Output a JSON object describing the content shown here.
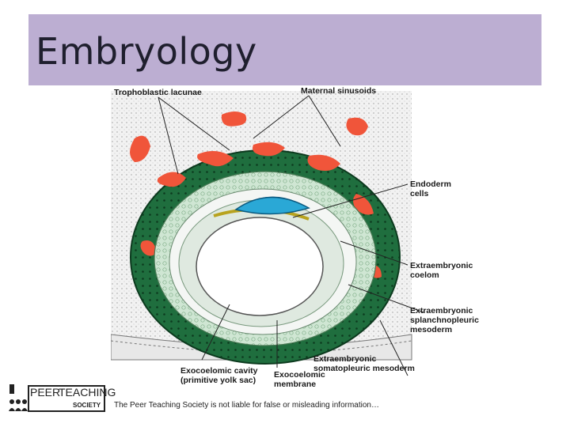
{
  "slide": {
    "title": "Embryology",
    "footer_note": "The Peer Teaching Society is not liable for false or misleading information…"
  },
  "diagram": {
    "labels": {
      "trophoblastic_lacunae": "Trophoblastic lacunae",
      "maternal_sinusoids": "Maternal sinusoids",
      "endoderm_cells": "Endoderm\ncells",
      "extraembryonic_coelom": "Extraembryonic\ncoelom",
      "splanchnopleuric_mesoderm": "Extraembryonic\nsplanchnopleuric\nmesoderm",
      "somatopleuric_mesoderm": "Extraembryonic\nsomatopleuric mesoderm",
      "exocoelomic_cavity": "Exocoelomic cavity\n(primitive yolk sac)",
      "exocoelomic_membrane": "Exocoelomic\nmembrane"
    },
    "colors": {
      "trophoblast": "#1f6e3e",
      "lacunae": "#f0553a",
      "mesoderm": "#c9e3cf",
      "embryo": "#2aa8d6",
      "yolk_layer": "#b8a31f"
    }
  },
  "logo": {
    "peer": "PEER",
    "teaching": "TEACHING",
    "society": "SOCIETY"
  }
}
